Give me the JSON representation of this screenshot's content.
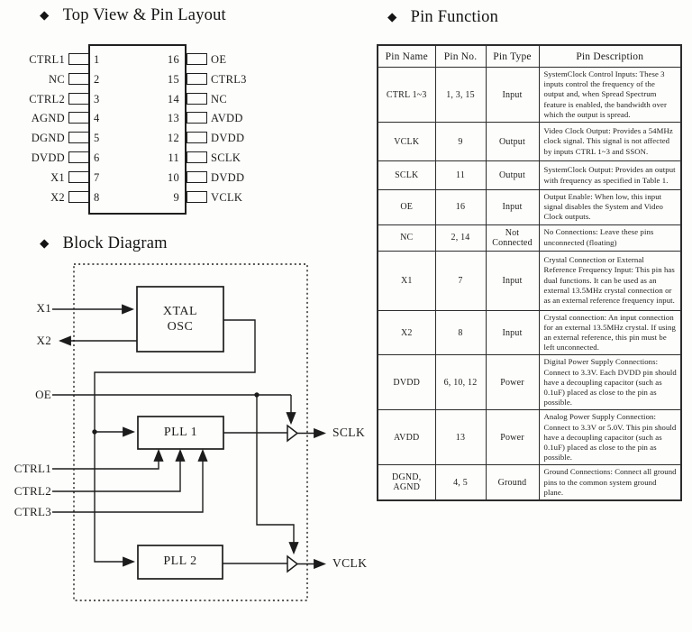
{
  "sections": {
    "pin_layout": {
      "bullet": "◆",
      "title": "Top View & Pin Layout"
    },
    "block_diagram": {
      "bullet": "◆",
      "title": "Block Diagram"
    },
    "pin_function": {
      "bullet": "◆",
      "title": "Pin Function"
    }
  },
  "chip": {
    "left_pins": [
      {
        "name": "CTRL1",
        "num": "1"
      },
      {
        "name": "NC",
        "num": "2"
      },
      {
        "name": "CTRL2",
        "num": "3"
      },
      {
        "name": "AGND",
        "num": "4"
      },
      {
        "name": "DGND",
        "num": "5"
      },
      {
        "name": "DVDD",
        "num": "6"
      },
      {
        "name": "X1",
        "num": "7"
      },
      {
        "name": "X2",
        "num": "8"
      }
    ],
    "right_pins": [
      {
        "name": "OE",
        "num": "16"
      },
      {
        "name": "CTRL3",
        "num": "15"
      },
      {
        "name": "NC",
        "num": "14"
      },
      {
        "name": "AVDD",
        "num": "13"
      },
      {
        "name": "DVDD",
        "num": "12"
      },
      {
        "name": "SCLK",
        "num": "11"
      },
      {
        "name": "DVDD",
        "num": "10"
      },
      {
        "name": "VCLK",
        "num": "9"
      }
    ]
  },
  "diagram": {
    "xtal_line1": "XTAL",
    "xtal_line2": "OSC",
    "pll1": "PLL 1",
    "pll2": "PLL 2",
    "x1": "X1",
    "x2": "X2",
    "oe": "OE",
    "ctrl1": "CTRL1",
    "ctrl2": "CTRL2",
    "ctrl3": "CTRL3",
    "sclk": "SCLK",
    "vclk": "VCLK",
    "line_color": "#1c1c1c"
  },
  "pin_table": {
    "headers": [
      "Pin Name",
      "Pin No.",
      "Pin Type",
      "Pin Description"
    ],
    "rows": [
      {
        "name": "CTRL 1~3",
        "no": "1, 3, 15",
        "type": "Input",
        "desc": "SystemClock Control Inputs: These 3 inputs control the frequency of the output and, when Spread Spectrum feature is enabled, the bandwidth over which the output is spread."
      },
      {
        "name": "VCLK",
        "no": "9",
        "type": "Output",
        "desc": "Video Clock Output: Provides a 54MHz clock signal. This signal is not affected by inputs CTRL 1~3 and SSON."
      },
      {
        "name": "SCLK",
        "no": "11",
        "type": "Output",
        "desc": "SystemClock Output: Provides an output with frequency as specified in Table 1."
      },
      {
        "name": "OE",
        "no": "16",
        "type": "Input",
        "desc": "Output Enable: When low, this input signal disables the System and Video Clock outputs."
      },
      {
        "name": "NC",
        "no": "2, 14",
        "type": "Not Connected",
        "desc": "No Connections: Leave these pins unconnected (floating)"
      },
      {
        "name": "X1",
        "no": "7",
        "type": "Input",
        "desc": "Crystal Connection or External Reference Frequency Input: This pin has dual functions. It can be used as an external 13.5MHz crystal connection or as an external reference frequency input."
      },
      {
        "name": "X2",
        "no": "8",
        "type": "Input",
        "desc": "Crystal connection: An input connection for an external 13.5MHz crystal. If using an external reference, this pin must be left unconnected."
      },
      {
        "name": "DVDD",
        "no": "6, 10, 12",
        "type": "Power",
        "desc": "Digital Power Supply Connections: Connect to 3.3V. Each DVDD pin should have a decoupling capacitor (such as 0.1uF) placed as close to the pin as possible."
      },
      {
        "name": "AVDD",
        "no": "13",
        "type": "Power",
        "desc": "Analog Power Supply Connection: Connect to 3.3V or 5.0V. This pin should have a decoupling capacitor (such as 0.1uF) placed as close to the pin as possible."
      },
      {
        "name": "DGND, AGND",
        "no": "4, 5",
        "type": "Ground",
        "desc": "Ground Connections: Connect all ground pins to the common system ground plane."
      }
    ]
  }
}
